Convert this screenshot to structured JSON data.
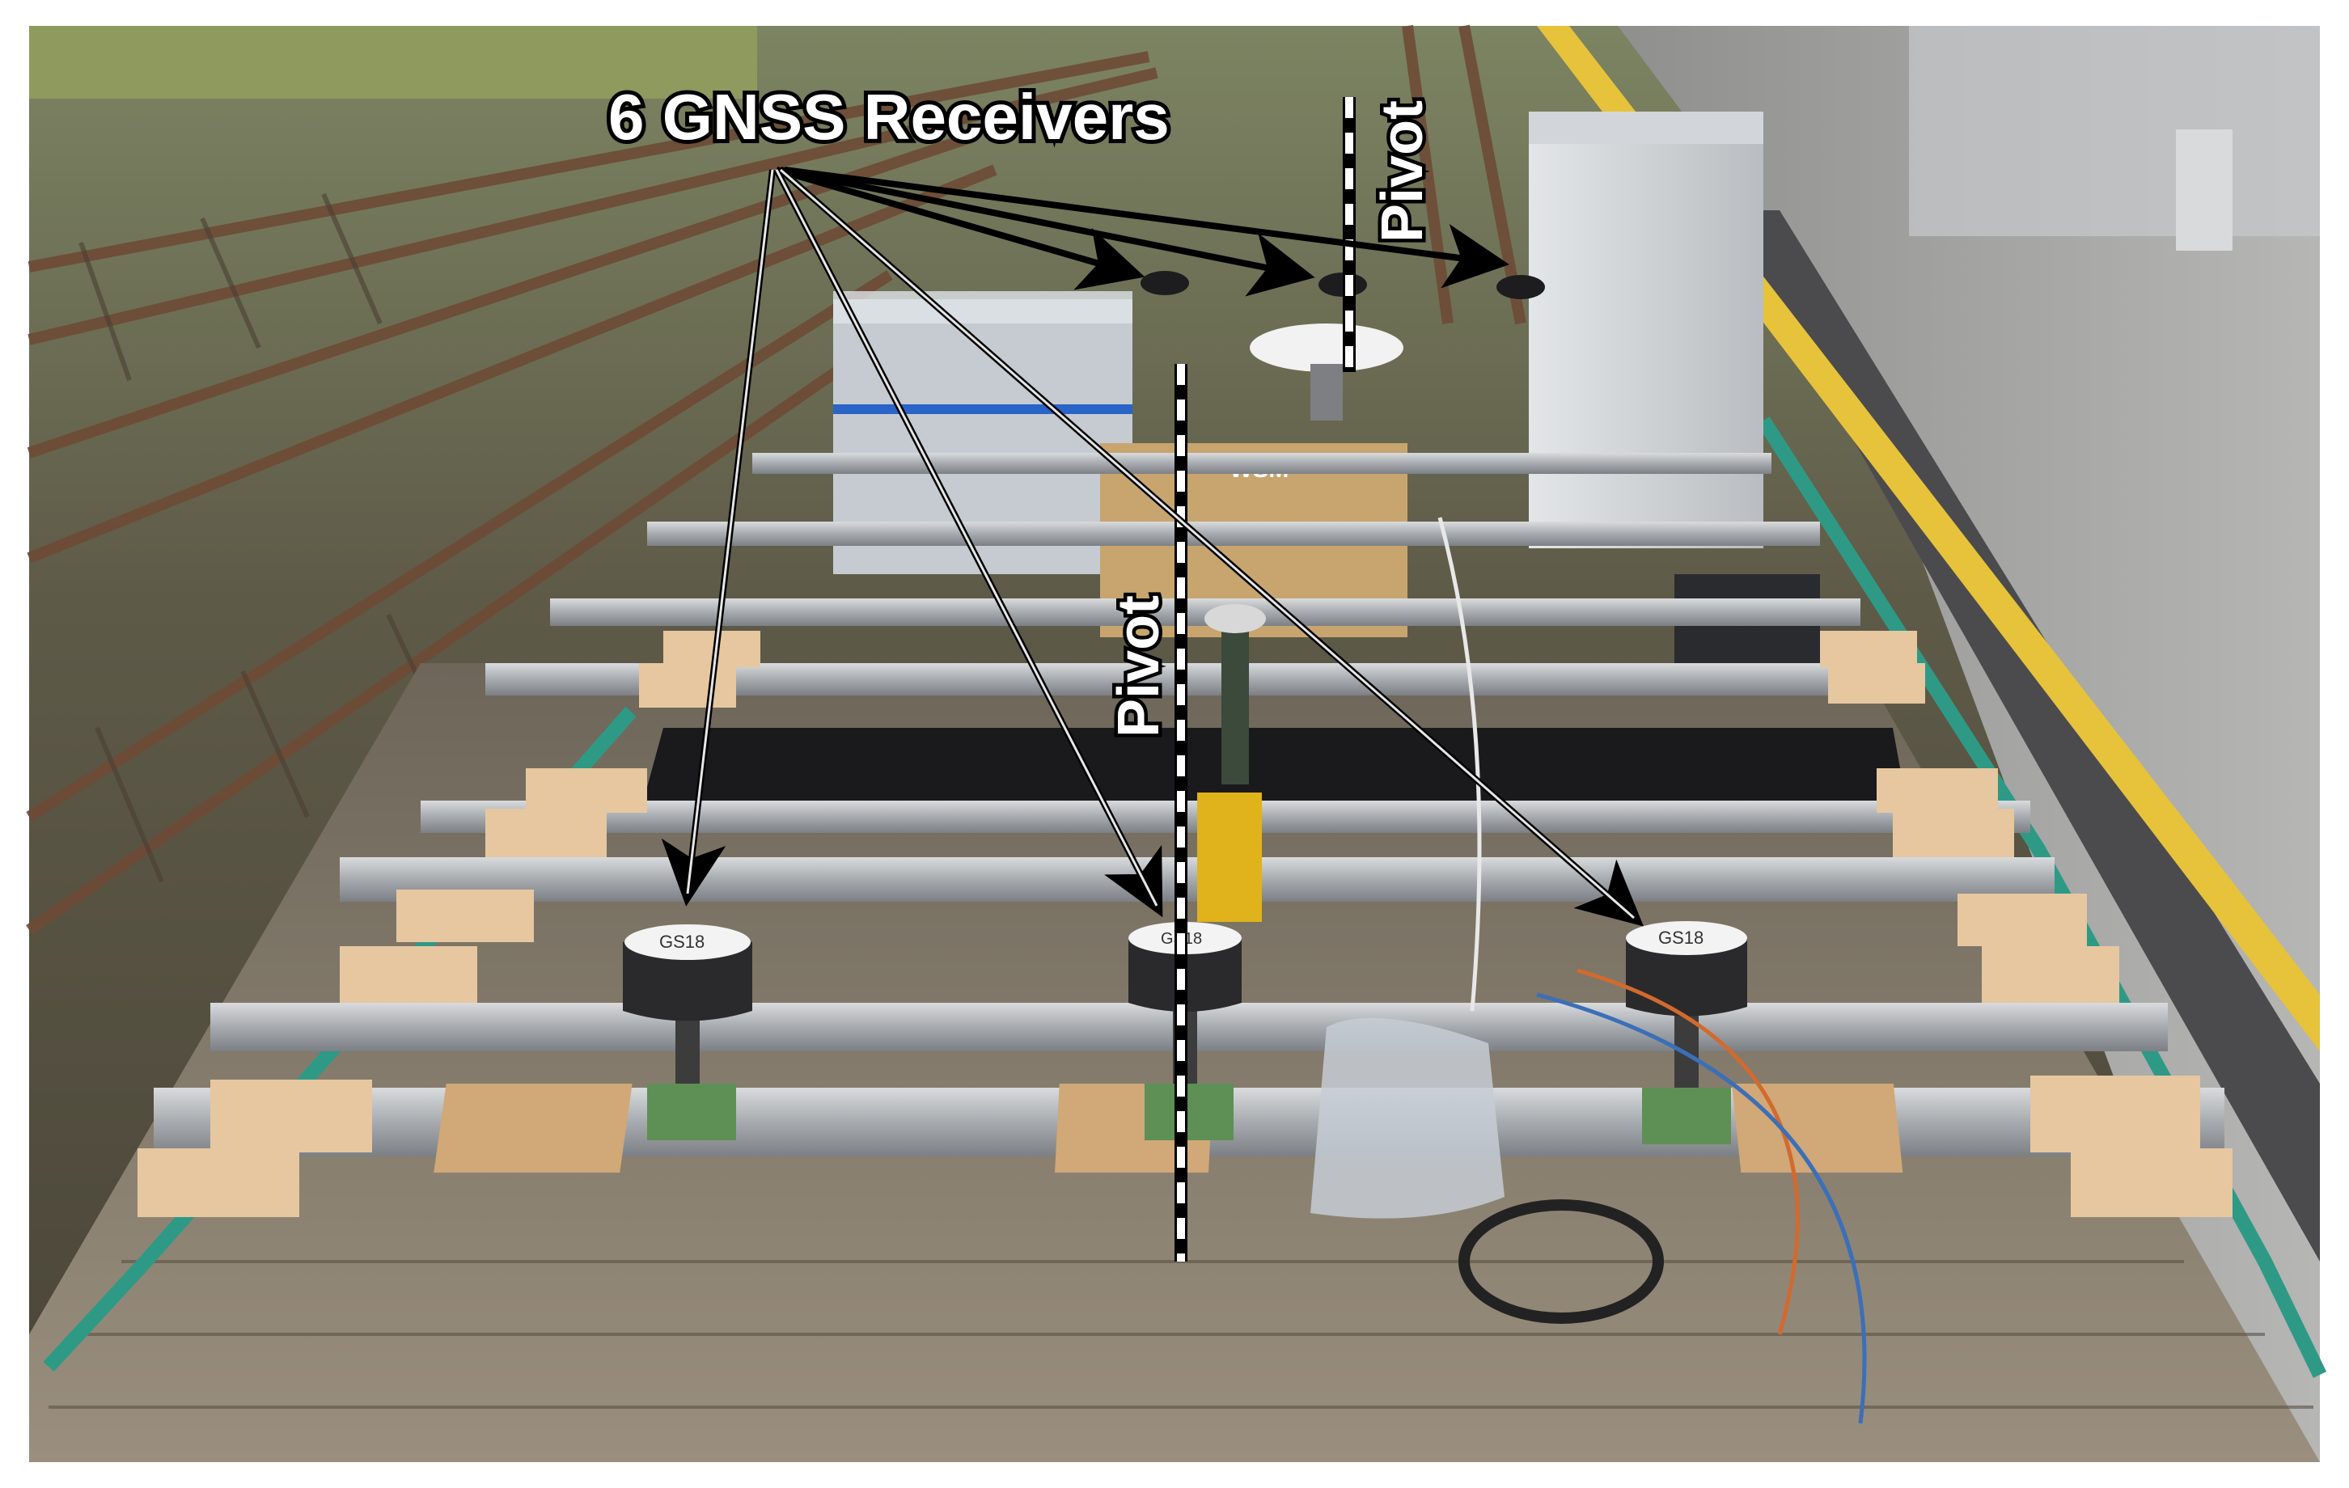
{
  "annotations": {
    "receivers_label": "6 GNSS Receivers",
    "pivot_label_1": "Pivot",
    "pivot_label_2": "Pivot"
  },
  "equipment_labels": {
    "box_label": "WSM",
    "receiver_model_left": "GS18",
    "receiver_model_center": "GS18",
    "receiver_model_right": "GS18"
  },
  "colors": {
    "arrow": "#000000",
    "label_fill": "#ffffff",
    "label_outline": "#000000",
    "pivot_line": "#ffffff",
    "platform_edge": "#2e9a86",
    "tactile_strip": "#e6c33a"
  }
}
